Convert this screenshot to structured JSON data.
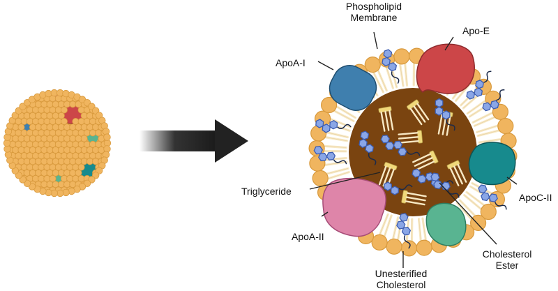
{
  "labels": {
    "phospholipid_membrane": [
      "Phospholipid",
      "Membrane"
    ],
    "apo_e": "Apo-E",
    "apoa_i": "ApoA-I",
    "triglyceride": "Triglyceride",
    "apoc_ii": "ApoC-II",
    "apoa_ii": "ApoA-II",
    "cholesterol_ester": [
      "Cholesterol",
      "Ester"
    ],
    "unesterified_cholesterol": [
      "Unesterified",
      "Cholesterol"
    ]
  },
  "colors": {
    "phospholipid_head": "#F0B55F",
    "phospholipid_edge": "#D89A3E",
    "tail": "#F7E8C4",
    "core": "#7A4410",
    "apoa_i": "#3F7FAE",
    "apo_e": "#CC4648",
    "apoc_ii": "#178A8D",
    "apoa_ii": "#DE85A9",
    "apo_green": "#59B491",
    "cholesterol_ring": "#8AA6E6",
    "triglyceride_head": "#F0D87A",
    "arrow": "#222222"
  },
  "icons": [
    "lipoprotein-sphere-icon",
    "transition-arrow-icon",
    "lipoprotein-cross-section-icon"
  ]
}
